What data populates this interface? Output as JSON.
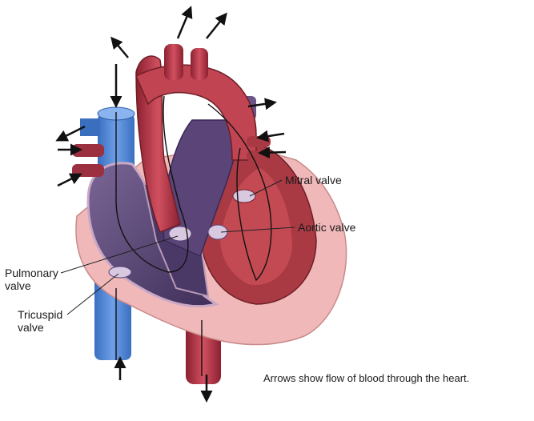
{
  "labels": {
    "mitral_valve": "Mitral valve",
    "aortic_valve": "Aortic valve",
    "pulmonary_valve_line1": "Pulmonary",
    "pulmonary_valve_line2": "valve",
    "tricuspid_valve_line1": "Tricuspid",
    "tricuspid_valve_line2": "valve"
  },
  "caption": "Arrows show flow of blood through the heart.",
  "colors": {
    "vena_cava_blue": "#4d86d6",
    "artery_red": "#b8323e",
    "muscle_dark_red": "#8c2a33",
    "chamber_purple": "#5e4a78",
    "pericardium_pink": "#f0b8b8",
    "text": "#1a1a1a"
  }
}
